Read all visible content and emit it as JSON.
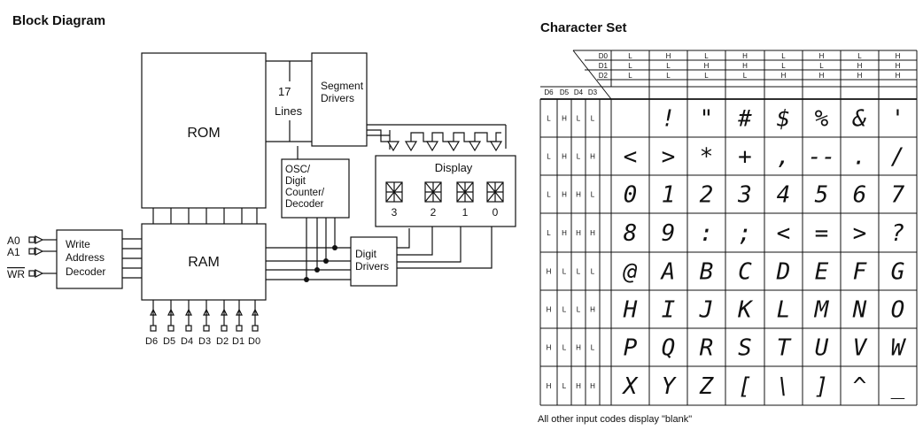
{
  "block_diagram": {
    "title": "Block Diagram",
    "rom": "ROM",
    "ram": "RAM",
    "lines_count": "17",
    "lines_word": "Lines",
    "segment_drivers": [
      "Segment",
      "Drivers"
    ],
    "osc": [
      "OSC/",
      "Digit",
      "Counter/",
      "Decoder"
    ],
    "display_title": "Display",
    "digit_numbers": [
      "3",
      "2",
      "1",
      "0"
    ],
    "digit_drivers": [
      "Digit",
      "Drivers"
    ],
    "write_decoder": [
      "Write",
      "Address",
      "Decoder"
    ],
    "inputs": [
      "A0",
      "A1",
      "WR"
    ],
    "data_pins": [
      "D6",
      "D5",
      "D4",
      "D3",
      "D2",
      "D1",
      "D0"
    ]
  },
  "character_set": {
    "title": "Character Set",
    "col_header_labels": [
      "D0",
      "D1",
      "D2"
    ],
    "col_bits": [
      [
        "L",
        "H",
        "L",
        "H",
        "L",
        "H",
        "L",
        "H"
      ],
      [
        "L",
        "L",
        "H",
        "H",
        "L",
        "L",
        "H",
        "H"
      ],
      [
        "L",
        "L",
        "L",
        "L",
        "H",
        "H",
        "H",
        "H"
      ]
    ],
    "row_header_labels": [
      "D6",
      "D5",
      "D4",
      "D3"
    ],
    "row_bits": [
      [
        "L",
        "H",
        "L",
        "L"
      ],
      [
        "L",
        "H",
        "L",
        "H"
      ],
      [
        "L",
        "H",
        "H",
        "L"
      ],
      [
        "L",
        "H",
        "H",
        "H"
      ],
      [
        "H",
        "L",
        "L",
        "L"
      ],
      [
        "H",
        "L",
        "L",
        "H"
      ],
      [
        "H",
        "L",
        "H",
        "L"
      ],
      [
        "H",
        "L",
        "H",
        "H"
      ]
    ],
    "glyphs": [
      [
        " ",
        "!",
        "\"",
        "#",
        "$",
        "%",
        "&",
        "'"
      ],
      [
        "<",
        ">",
        "*",
        "+",
        ",",
        "--",
        ".",
        "/"
      ],
      [
        "0",
        "1",
        "2",
        "3",
        "4",
        "5",
        "6",
        "7"
      ],
      [
        "8",
        "9",
        ":",
        ";",
        "<",
        "=",
        ">",
        "?"
      ],
      [
        "@",
        "A",
        "B",
        "C",
        "D",
        "E",
        "F",
        "G"
      ],
      [
        "H",
        "I",
        "J",
        "K",
        "L",
        "M",
        "N",
        "O"
      ],
      [
        "P",
        "Q",
        "R",
        "S",
        "T",
        "U",
        "V",
        "W"
      ],
      [
        "X",
        "Y",
        "Z",
        "[",
        "\\",
        "]",
        "^",
        "_"
      ]
    ],
    "footnote": "All other input codes display \"blank\""
  }
}
